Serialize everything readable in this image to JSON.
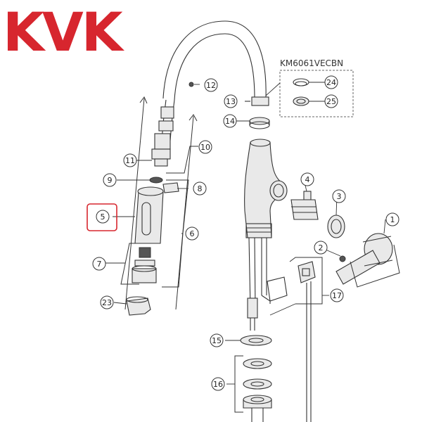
{
  "brand": {
    "logo_text": "KVK",
    "logo_color": "#d7262e"
  },
  "kit": {
    "label": "KM6061VECBN"
  },
  "highlight_color": "#d7262e",
  "callouts": {
    "c1": "1",
    "c2": "2",
    "c3": "3",
    "c4": "4",
    "c5": "5",
    "c6": "6",
    "c7": "7",
    "c8": "8",
    "c9": "9",
    "c10": "10",
    "c11": "11",
    "c12": "12",
    "c13": "13",
    "c14": "14",
    "c15": "15",
    "c16": "16",
    "c17": "17",
    "c23": "23",
    "c24": "24",
    "c25": "25"
  }
}
